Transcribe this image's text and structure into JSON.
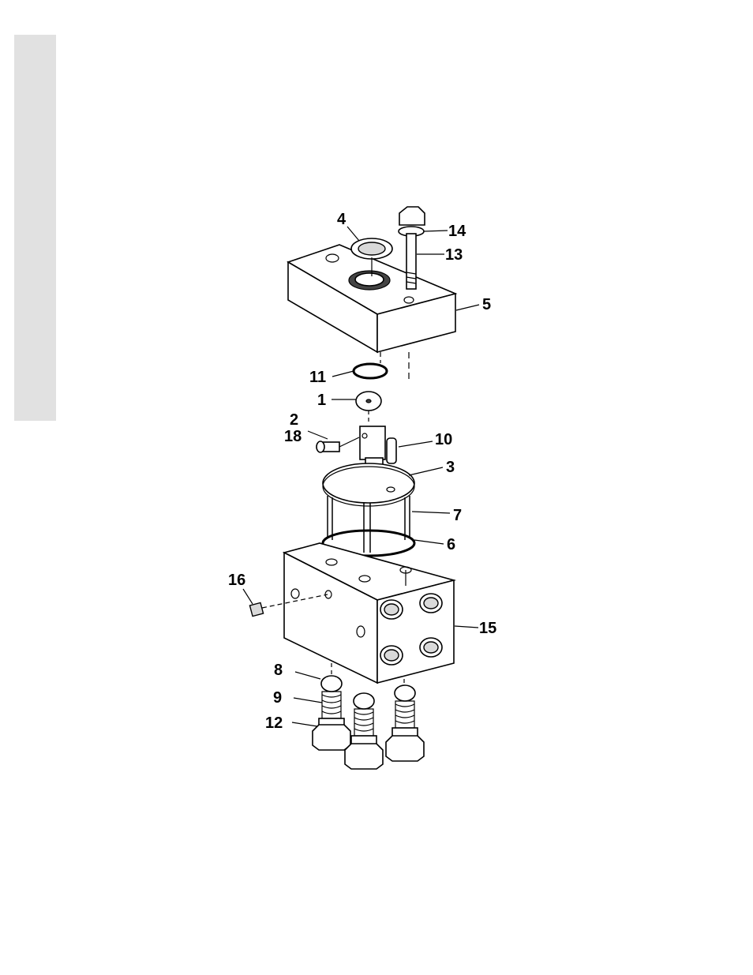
{
  "labels": {
    "l1": "1",
    "l2": "2",
    "l3": "3",
    "l4": "4",
    "l5": "5",
    "l6": "6",
    "l7": "7",
    "l8": "8",
    "l9": "9",
    "l10": "10",
    "l11": "11",
    "l12": "12",
    "l13": "13",
    "l14": "14",
    "l15": "15",
    "l16": "16",
    "l18": "18"
  },
  "colors": {
    "side_tab": "#e1e1e1",
    "line": "#000000"
  }
}
